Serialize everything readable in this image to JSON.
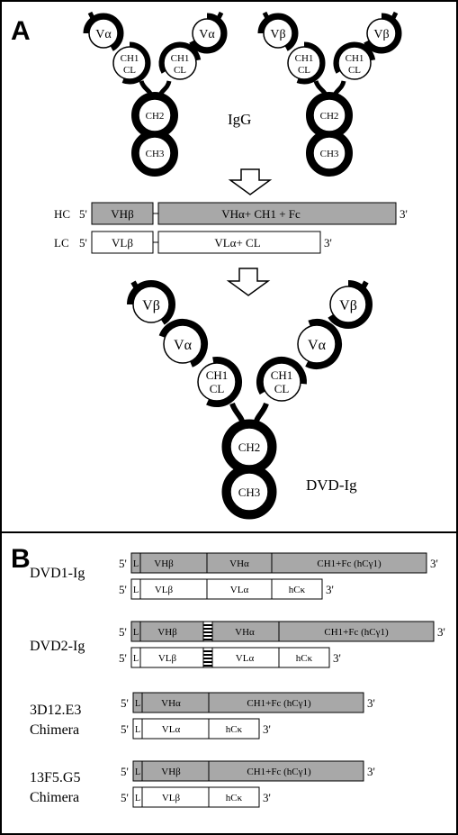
{
  "colors": {
    "line": "#000000",
    "gray": "#a8a8a8",
    "white": "#ffffff"
  },
  "panel_a": {
    "label": "A",
    "igg": {
      "label": "IgG",
      "left_mol": {
        "v1": "Vα",
        "v2": "Vα",
        "c_top": "CH1",
        "c_bot": "CL"
      },
      "right_mol": {
        "v1": "Vβ",
        "v2": "Vβ",
        "c_top": "CH1",
        "c_bot": "CL"
      },
      "ch2": "CH2",
      "ch3": "CH3"
    },
    "constructs": {
      "hc_label": "HC",
      "lc_label": "LC",
      "five": "5'",
      "three": "3'",
      "hc_seg1": "VHβ",
      "hc_seg2": "VHα+ CH1 + Fc",
      "lc_seg1": "VLβ",
      "lc_seg2": "VLα+ CL"
    },
    "dvd": {
      "label": "DVD-Ig",
      "outer_v": "Vβ",
      "inner_v": "Vα",
      "c_top": "CH1",
      "c_bot": "CL",
      "ch2": "CH2",
      "ch3": "CH3"
    }
  },
  "panel_b": {
    "label": "B",
    "five": "5'",
    "three": "3'",
    "leader": "L",
    "rows": [
      {
        "name": "DVD1-Ig",
        "name2": "",
        "hc": [
          "VHβ",
          "VHα",
          "CH1+Fc (hCγ1)"
        ],
        "lc": [
          "VLβ",
          "VLα",
          "hCκ"
        ]
      },
      {
        "name": "DVD2-Ig",
        "name2": "",
        "hc": [
          "VHβ",
          "VHα",
          "CH1+Fc (hCγ1)"
        ],
        "lc": [
          "VLβ",
          "VLα",
          "hCκ"
        ]
      },
      {
        "name": "3D12.E3",
        "name2": "Chimera",
        "hc": [
          "VHα",
          "CH1+Fc (hCγ1)"
        ],
        "lc": [
          "VLα",
          "hCκ"
        ]
      },
      {
        "name": "13F5.G5",
        "name2": "Chimera",
        "hc": [
          "VHβ",
          "CH1+Fc (hCγ1)"
        ],
        "lc": [
          "VLβ",
          "hCκ"
        ]
      }
    ]
  }
}
